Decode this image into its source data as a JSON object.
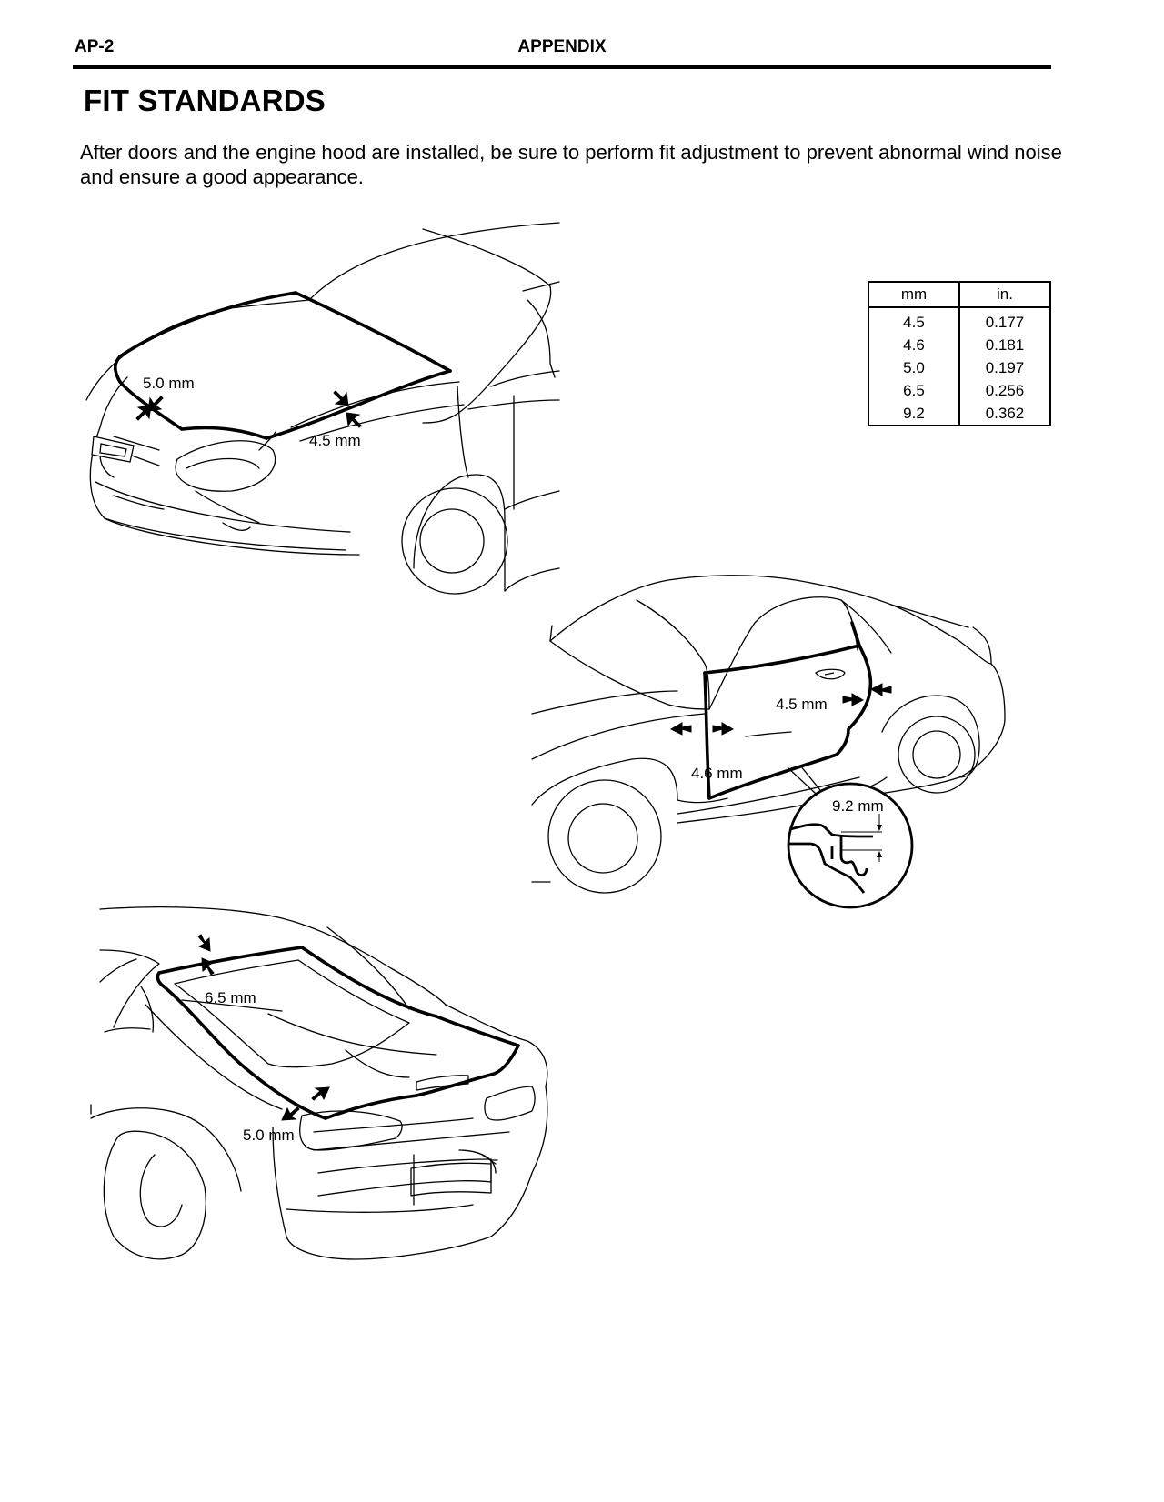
{
  "header": {
    "page_number": "AP-2",
    "section": "APPENDIX"
  },
  "title": "FIT STANDARDS",
  "intro": "After doors and the engine hood are installed, be sure to perform fit adjustment to prevent abnormal wind noise and ensure a good appearance.",
  "conversion_table": {
    "headers": [
      "mm",
      "in."
    ],
    "rows": [
      [
        "4.5",
        "0.177"
      ],
      [
        "4.6",
        "0.181"
      ],
      [
        "5.0",
        "0.197"
      ],
      [
        "6.5",
        "0.256"
      ],
      [
        "9.2",
        "0.362"
      ]
    ]
  },
  "figures": {
    "front": {
      "hood_side_gap": "5.0 mm",
      "hood_rear_gap": "4.5 mm"
    },
    "side": {
      "door_rear_gap": "4.5 mm",
      "door_front_gap": "4.6 mm",
      "door_bottom_gap": "9.2 mm"
    },
    "rear": {
      "trunk_top_gap": "6.5 mm",
      "trunk_side_gap": "5.0 mm"
    }
  }
}
